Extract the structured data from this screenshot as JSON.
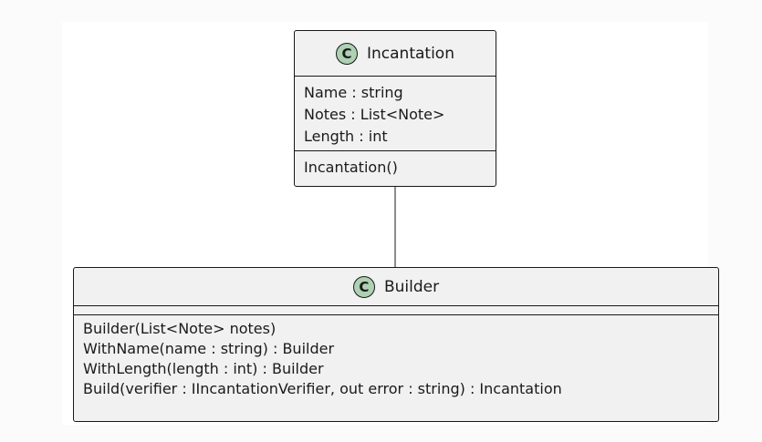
{
  "classes": {
    "incantation": {
      "name": "Incantation",
      "stereotype_letter": "C",
      "attributes": [
        "Name : string",
        "Notes : List<Note>",
        "Length : int"
      ],
      "methods": [
        "Incantation()"
      ]
    },
    "builder": {
      "name": "Builder",
      "stereotype_letter": "C",
      "attributes": [],
      "methods": [
        "Builder(List<Note> notes)",
        "WithName(name : string) : Builder",
        "WithLength(length : int) : Builder",
        "Build(verifier : IIncantationVerifier, out error : string) : Incantation"
      ]
    }
  },
  "colors": {
    "class_fill": "#f1f1f1",
    "border": "#181818",
    "class_icon": "#add1b2"
  }
}
